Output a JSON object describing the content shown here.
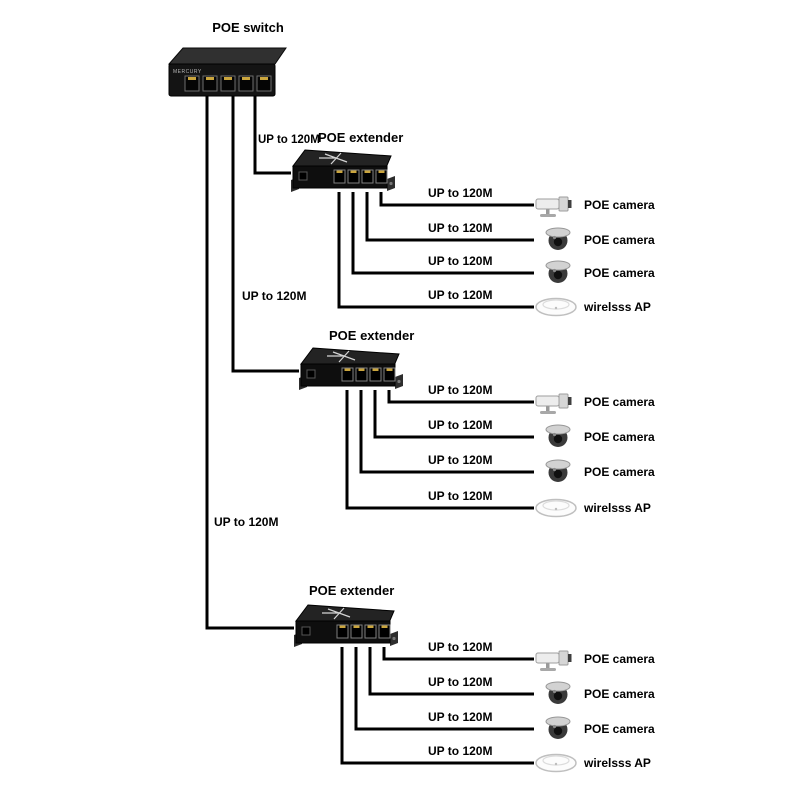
{
  "switch": {
    "label": "POE switch",
    "brand": "MERCURY"
  },
  "trunks": [
    {
      "label": "UP to 120M"
    },
    {
      "label": "UP to 120M"
    },
    {
      "label": "UP to 120M"
    }
  ],
  "groups": [
    {
      "extender_label": "POE extender",
      "rows": [
        {
          "cable_label": "UP to 120M",
          "device_label": "POE camera",
          "device": "bullet-camera"
        },
        {
          "cable_label": "UP to 120M",
          "device_label": "POE camera",
          "device": "dome-camera"
        },
        {
          "cable_label": "UP to 120M",
          "device_label": "POE camera",
          "device": "dome-camera"
        },
        {
          "cable_label": "UP to 120M",
          "device_label": "wirelsss AP",
          "device": "wireless-ap"
        }
      ]
    },
    {
      "extender_label": "POE extender",
      "rows": [
        {
          "cable_label": "UP to 120M",
          "device_label": "POE camera",
          "device": "bullet-camera"
        },
        {
          "cable_label": "UP to 120M",
          "device_label": "POE camera",
          "device": "dome-camera"
        },
        {
          "cable_label": "UP to 120M",
          "device_label": "POE camera",
          "device": "dome-camera"
        },
        {
          "cable_label": "UP to 120M",
          "device_label": "wirelsss AP",
          "device": "wireless-ap"
        }
      ]
    },
    {
      "extender_label": "POE extender",
      "rows": [
        {
          "cable_label": "UP to 120M",
          "device_label": "POE camera",
          "device": "bullet-camera"
        },
        {
          "cable_label": "UP to 120M",
          "device_label": "POE camera",
          "device": "dome-camera"
        },
        {
          "cable_label": "UP to 120M",
          "device_label": "POE camera",
          "device": "dome-camera"
        },
        {
          "cable_label": "UP to 120M",
          "device_label": "wirelsss AP",
          "device": "wireless-ap"
        }
      ]
    }
  ],
  "colors": {
    "line": "#000000",
    "text": "#000000"
  }
}
